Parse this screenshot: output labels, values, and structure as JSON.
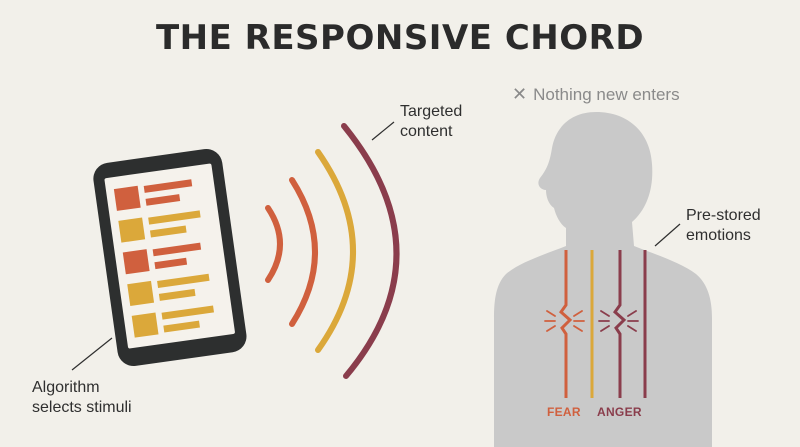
{
  "title": "THE RESPONSIVE CHORD",
  "labels": {
    "targeted_content_line1": "Targeted",
    "targeted_content_line2": "content",
    "nothing_new": "Nothing new enters",
    "pre_stored_line1": "Pre-stored",
    "pre_stored_line2": "emotions",
    "algorithm_line1": "Algorithm",
    "algorithm_line2": "selects stimuli"
  },
  "emotions": {
    "fear": "FEAR",
    "anger": "ANGER"
  },
  "icons": {
    "nothing_new": "close-icon",
    "device": "smartphone-icon",
    "signal": "signal-waves-icon",
    "person": "human-silhouette-icon",
    "tension": "lightning-icon"
  },
  "colors": {
    "orange": "#d0603e",
    "gold": "#dba83a",
    "maroon": "#8a3d4c",
    "phone_frame": "#2d2f2f",
    "body": "#c9c9c9",
    "background": "#f2f0ea"
  }
}
